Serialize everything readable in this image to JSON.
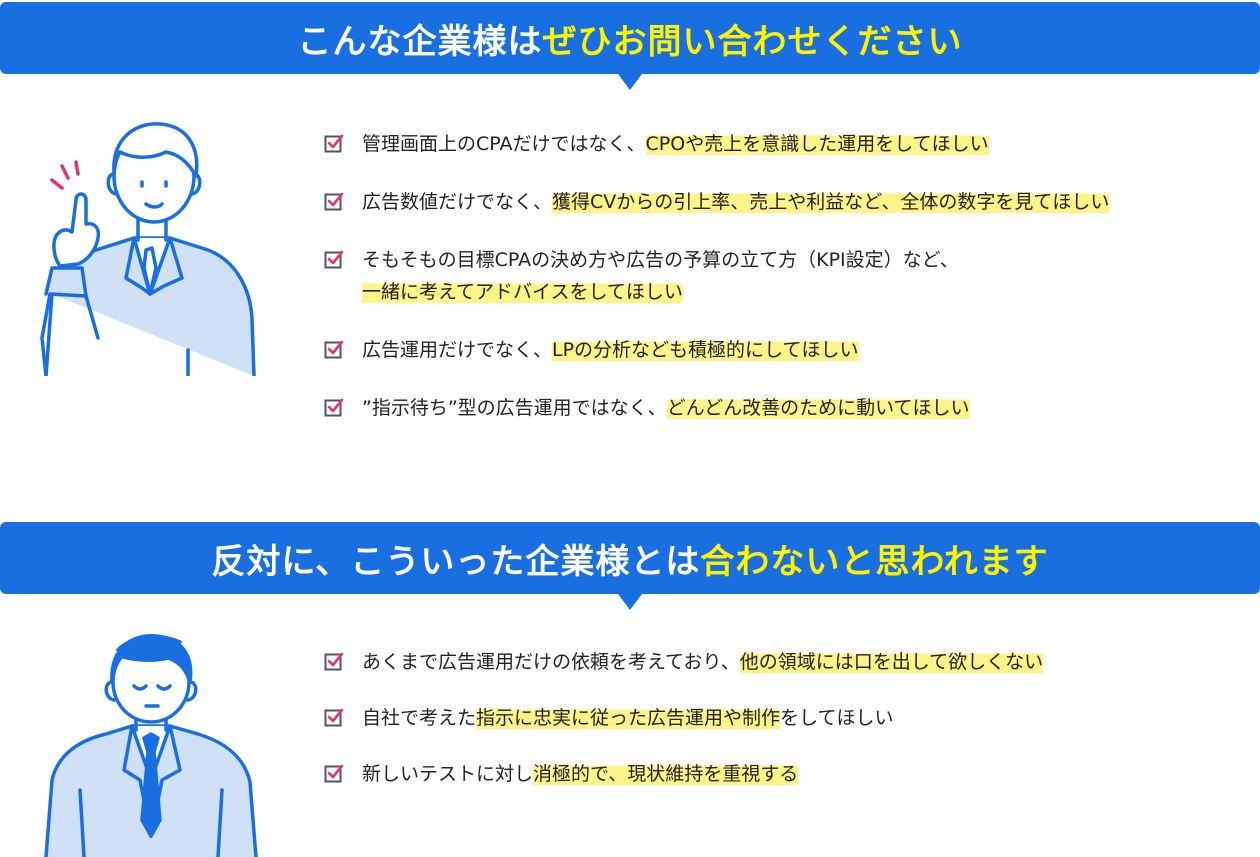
{
  "section1": {
    "title_plain": "こんな企業様は",
    "title_highlight": "ぜひお問い合わせください",
    "items": [
      {
        "plain": "管理画面上のCPAだけではなく、",
        "highlight": "CPOや売上を意識した運用をしてほしい",
        "after": ""
      },
      {
        "plain": "広告数値だけでなく、",
        "highlight": "獲得CVからの引上率、売上や利益など、全体の数字を見てほしい",
        "after": ""
      },
      {
        "plain": "そもそもの目標CPAの決め方や広告の予算の立て方（KPI設定）など、",
        "highlight": "一緒に考えてアドバイスをしてほしい",
        "after": ""
      },
      {
        "plain": "広告運用だけでなく、",
        "highlight": "LPの分析なども積極的にしてほしい",
        "after": ""
      },
      {
        "plain": "”指示待ち”型の広告運用ではなく、",
        "highlight": "どんどん改善のために動いてほしい",
        "after": ""
      }
    ]
  },
  "section2": {
    "title_plain": "反対に、こういった企業様とは",
    "title_highlight": "合わないと思われます",
    "items": [
      {
        "plain": "あくまで広告運用だけの依頼を考えており、",
        "highlight": "他の領域には口を出して欲しくない",
        "after": ""
      },
      {
        "plain": "自社で考えた",
        "highlight": "指示に忠実に従った広告運用や制作",
        "after": "をしてほしい"
      },
      {
        "plain": "新しいテストに対し",
        "highlight": "消極的で、現状維持を重視する",
        "after": ""
      }
    ]
  },
  "colors": {
    "banner": "#1a6fe0",
    "title_highlight": "#fff200",
    "text_highlight": "#fff48a",
    "check_box": "#555555",
    "check_mark": "#e8336d",
    "illustration_line": "#1a6fe0",
    "illustration_fill": "#cfe0f7"
  },
  "icons": [
    "checkbox-checked-icon",
    "businessman-pointing-illustration",
    "businessman-bowing-illustration"
  ]
}
